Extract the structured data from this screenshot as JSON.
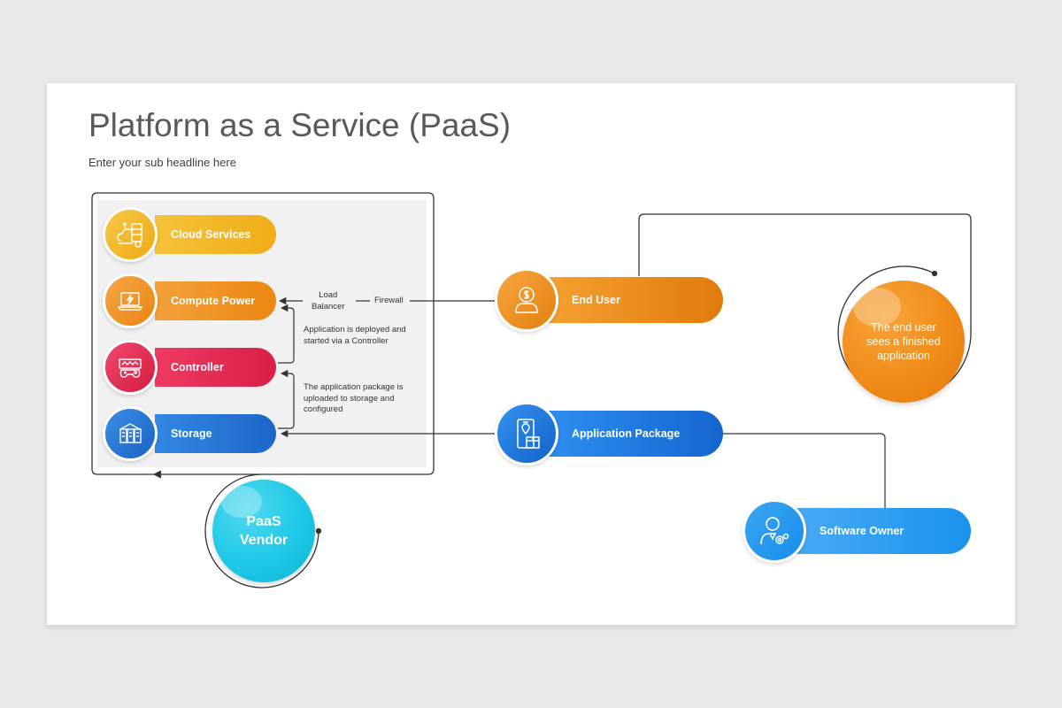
{
  "title": "Platform as a Service (PaaS)",
  "subtitle": "Enter your sub headline here",
  "stack": [
    {
      "label": "Cloud Services",
      "color": "#f2b71f",
      "icon": "cloud-server-icon"
    },
    {
      "label": "Compute Power",
      "color": "#f0921f",
      "icon": "laptop-lightning-icon"
    },
    {
      "label": "Controller",
      "color": "#e8294f",
      "icon": "game-controller-icon"
    },
    {
      "label": "Storage",
      "color": "#2576d4",
      "icon": "storage-cabinet-icon"
    }
  ],
  "annotations": {
    "load_balancer": "Load\nBalancer",
    "firewall": "Firewall",
    "deployed": "Application is deployed and\nstarted via a Controller",
    "package": "The application package is\nuploaded to storage and\nconfigured"
  },
  "actors": {
    "end_user": {
      "label": "End User",
      "color": "#f08c1a",
      "icon": "user-dollar-icon"
    },
    "app_package": {
      "label": "Application Package",
      "color": "#1f7fe0",
      "icon": "mobile-package-icon"
    },
    "software_owner": {
      "label": "Software Owner",
      "color": "#1a98f0",
      "icon": "person-gears-icon"
    }
  },
  "callouts": {
    "paas_vendor": "PaaS\nVendor",
    "end_user_note": "The end user\nsees a finished\napplication"
  },
  "colors": {
    "vendor": "#1ec8e6",
    "end_user_note": "#f08c1a"
  }
}
